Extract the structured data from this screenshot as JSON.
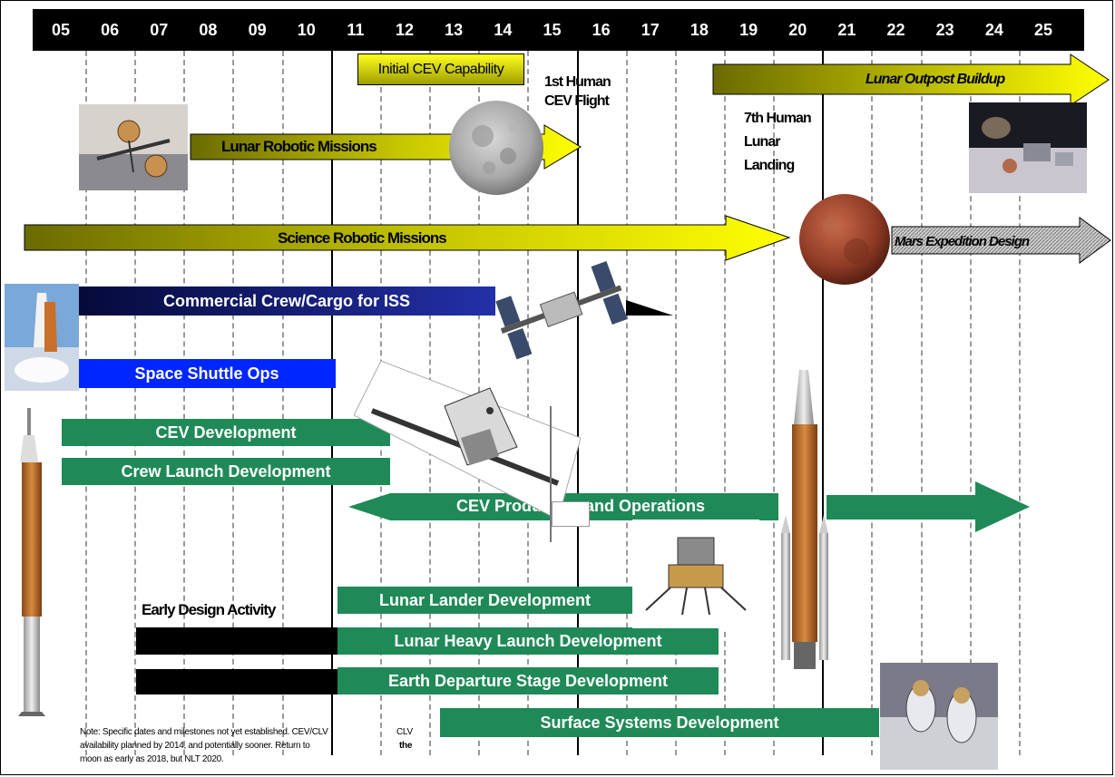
{
  "years": [
    "05",
    "06",
    "07",
    "08",
    "09",
    "10",
    "11",
    "12",
    "13",
    "14",
    "15",
    "16",
    "17",
    "18",
    "19",
    "20",
    "21",
    "22",
    "23",
    "24",
    "25"
  ],
  "arrows": {
    "initial_cev": "Initial CEV Capability",
    "lunar_robotic": "Lunar Robotic Missions",
    "lunar_outpost": "Lunar Outpost Buildup",
    "science_robotic": "Science Robotic Missions",
    "mars_expedition": "Mars Expedition Design",
    "commercial_crew": "Commercial Crew/Cargo for ISS",
    "cev_production": "CEV Production and Operations"
  },
  "bars": {
    "space_shuttle": "Space Shuttle Ops",
    "cev_dev": "CEV Development",
    "crew_launch": "Crew Launch Development",
    "lunar_lander": "Lunar Lander Development",
    "heavy_launch": "Lunar Heavy Launch Development",
    "earth_departure": "Earth Departure Stage Development",
    "surface_systems": "Surface Systems Development"
  },
  "milestones": {
    "first_human_cev": "1st Human CEV Flight",
    "seventh_human_lunar": "7th Human Lunar Landing",
    "early_design": "Early Design Activity"
  },
  "note": {
    "line1": "Note: Specific dates and milestones not yet established. CEV/CLV",
    "line2": "availability planned by 2014, and potentially sooner. Return to",
    "line3": "moon as early as 2018, but NLT 2020.",
    "clv": "CLV",
    "the": "the"
  },
  "colors": {
    "header": "#000000",
    "green_bar": "#1f8a57",
    "blue_bar": "#0026ff",
    "navy_bar": "#101a6e",
    "arrow_yellow": "#ffff00",
    "arrow_olive": "#6b6b00"
  }
}
